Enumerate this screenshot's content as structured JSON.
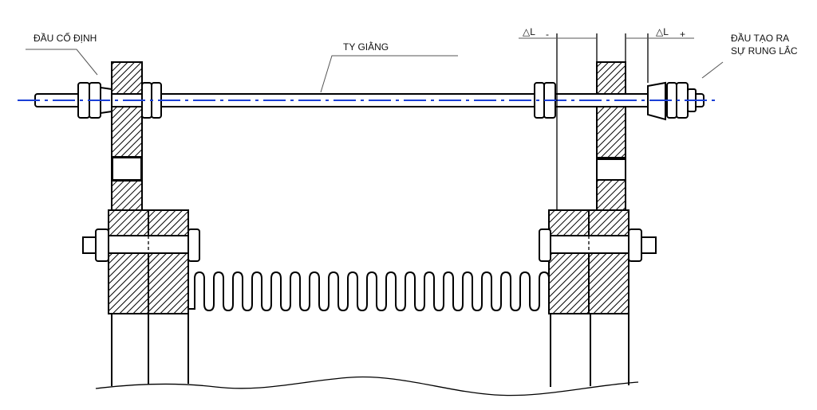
{
  "labels": {
    "fixed_end": "ĐẦU CỐ ĐỊNH",
    "tie_rod": "TY GIẰNG",
    "vibration_end_line1": "ĐẦU TẠO RA",
    "vibration_end_line2": "SỰ RUNG LẮC",
    "delta_minus_symbol": "△L",
    "delta_minus_sign": "-",
    "delta_plus_symbol": "△L",
    "delta_plus_sign": "+"
  },
  "colors": {
    "line": "#000000",
    "centerline": "#1a3fd6",
    "leader": "#555555"
  }
}
